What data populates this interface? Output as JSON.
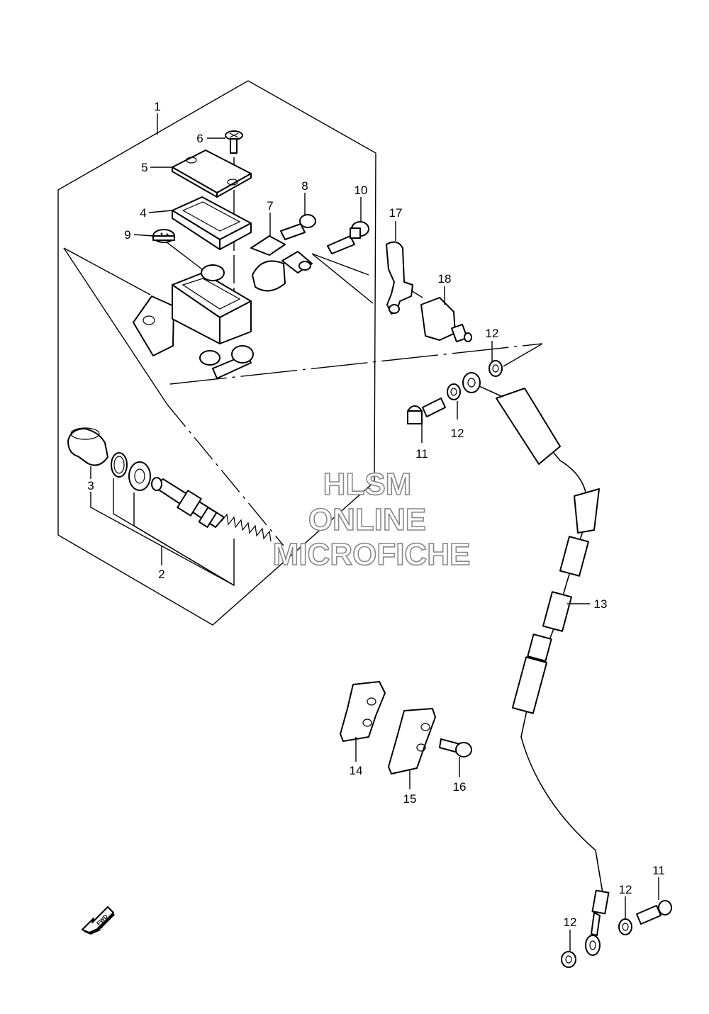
{
  "labels": {
    "p1": "1",
    "p2": "2",
    "p3": "3",
    "p4": "4",
    "p5": "5",
    "p6": "6",
    "p7": "7",
    "p8": "8",
    "p9": "9",
    "p10": "10",
    "p11a": "11",
    "p11b": "11",
    "p12a": "12",
    "p12b": "12",
    "p12c": "12",
    "p12d": "12",
    "p13": "13",
    "p14": "14",
    "p15": "15",
    "p16": "16",
    "p17": "17",
    "p18": "18"
  },
  "watermark": {
    "line1": "HLSM",
    "line2": "ONLINE",
    "line3": "MICROFICHE"
  },
  "fwd_label": "FWD"
}
